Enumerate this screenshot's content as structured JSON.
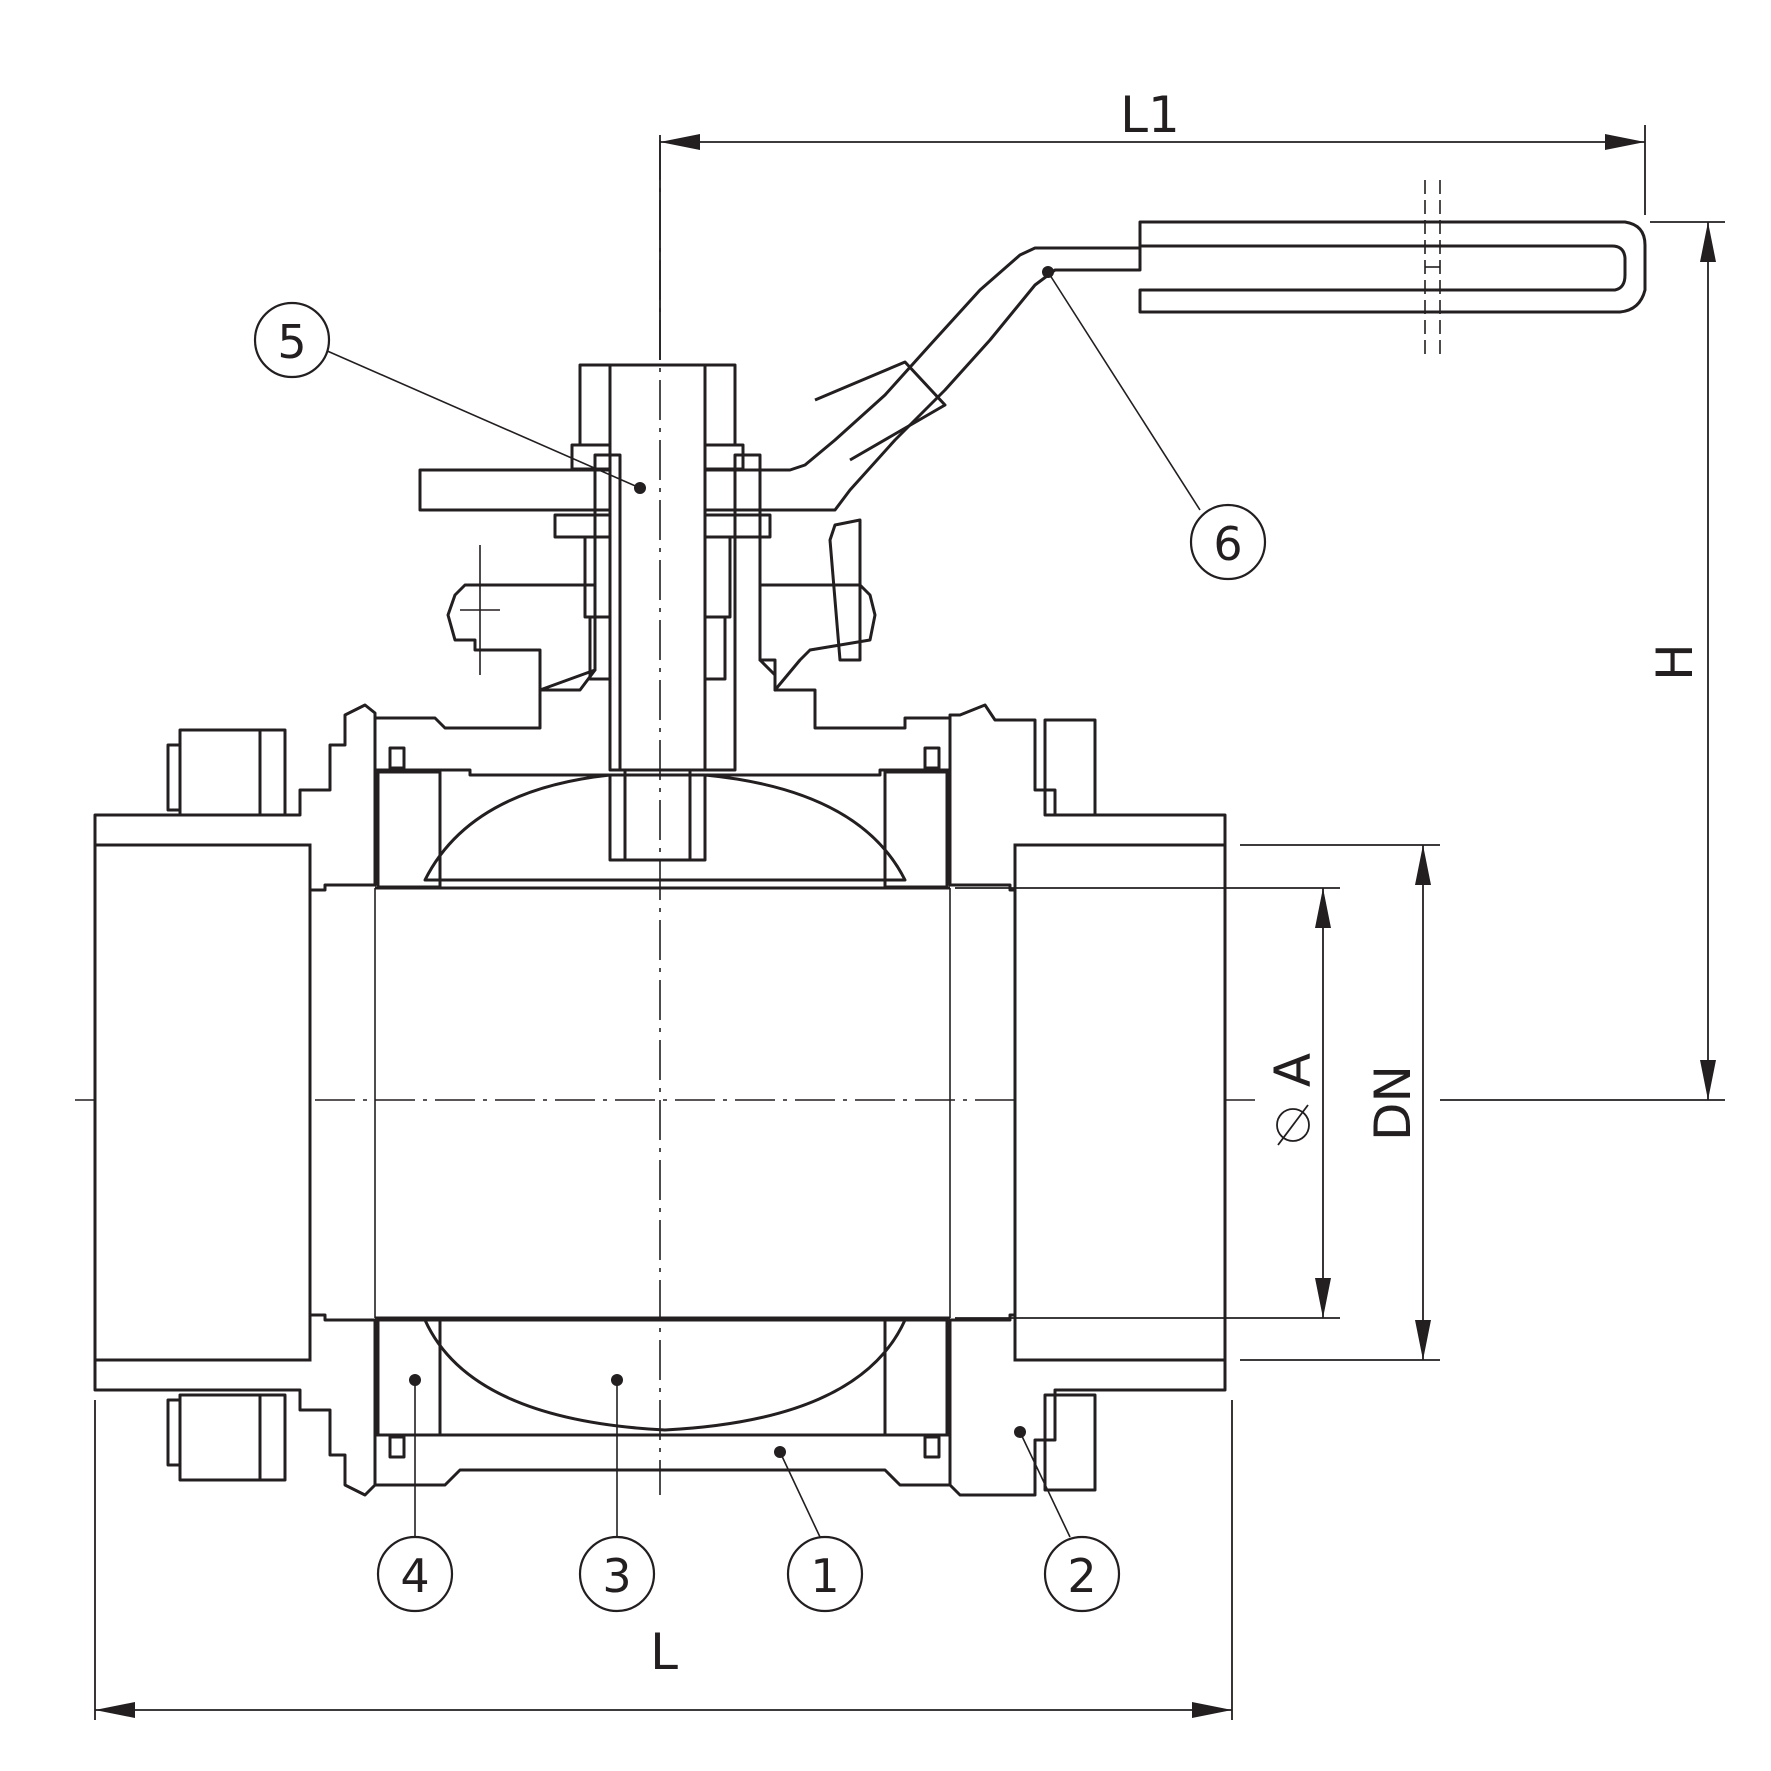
{
  "dimensions": {
    "L": "L",
    "L1": "L1",
    "H": "H",
    "DN": "DN",
    "A": "A"
  },
  "parts": [
    {
      "id": "1",
      "label": "1"
    },
    {
      "id": "2",
      "label": "2"
    },
    {
      "id": "3",
      "label": "3"
    },
    {
      "id": "4",
      "label": "4"
    },
    {
      "id": "5",
      "label": "5"
    },
    {
      "id": "6",
      "label": "6"
    }
  ],
  "colors": {
    "line": "#231f20",
    "background": "#ffffff"
  }
}
